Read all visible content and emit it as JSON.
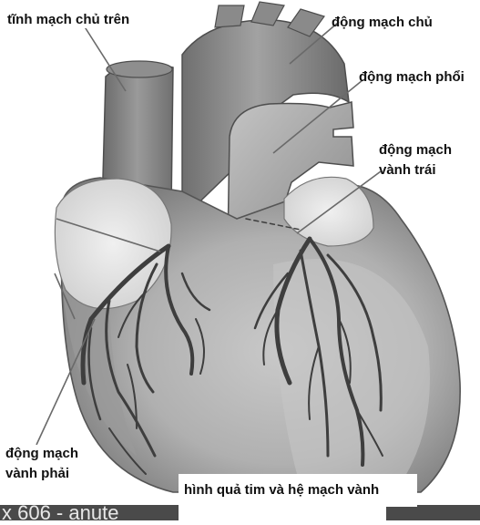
{
  "labels": {
    "superior_vena_cava": "tĩnh mạch chủ trên",
    "aorta": "động mạch chủ",
    "pulmonary_artery": "động mạch phổi",
    "left_coronary_line1": "động mạch",
    "left_coronary_line2": "vành trái",
    "right_coronary_line1": "động mạch",
    "right_coronary_line2": "vành phải"
  },
  "caption": "hình quả tim và hệ mạch vành",
  "bottom_bar_text": "x 606 - anute"
}
